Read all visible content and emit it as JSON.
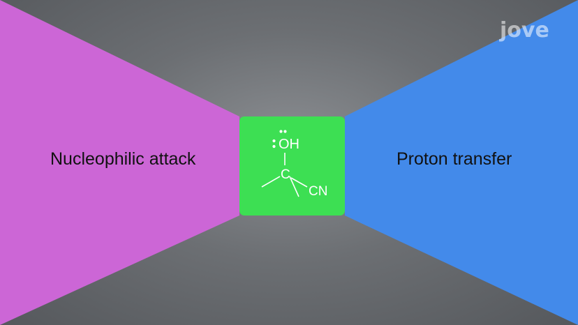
{
  "logo": {
    "text": "jove"
  },
  "panels": {
    "left": {
      "label": "Nucleophilic attack",
      "color": "#cc66d6"
    },
    "right": {
      "label": "Proton transfer",
      "color": "#438aea"
    }
  },
  "center": {
    "color": "#3ddf53",
    "molecule": {
      "oh_label": "OH",
      "carbon_label": "C",
      "cn_label": "CN"
    }
  }
}
